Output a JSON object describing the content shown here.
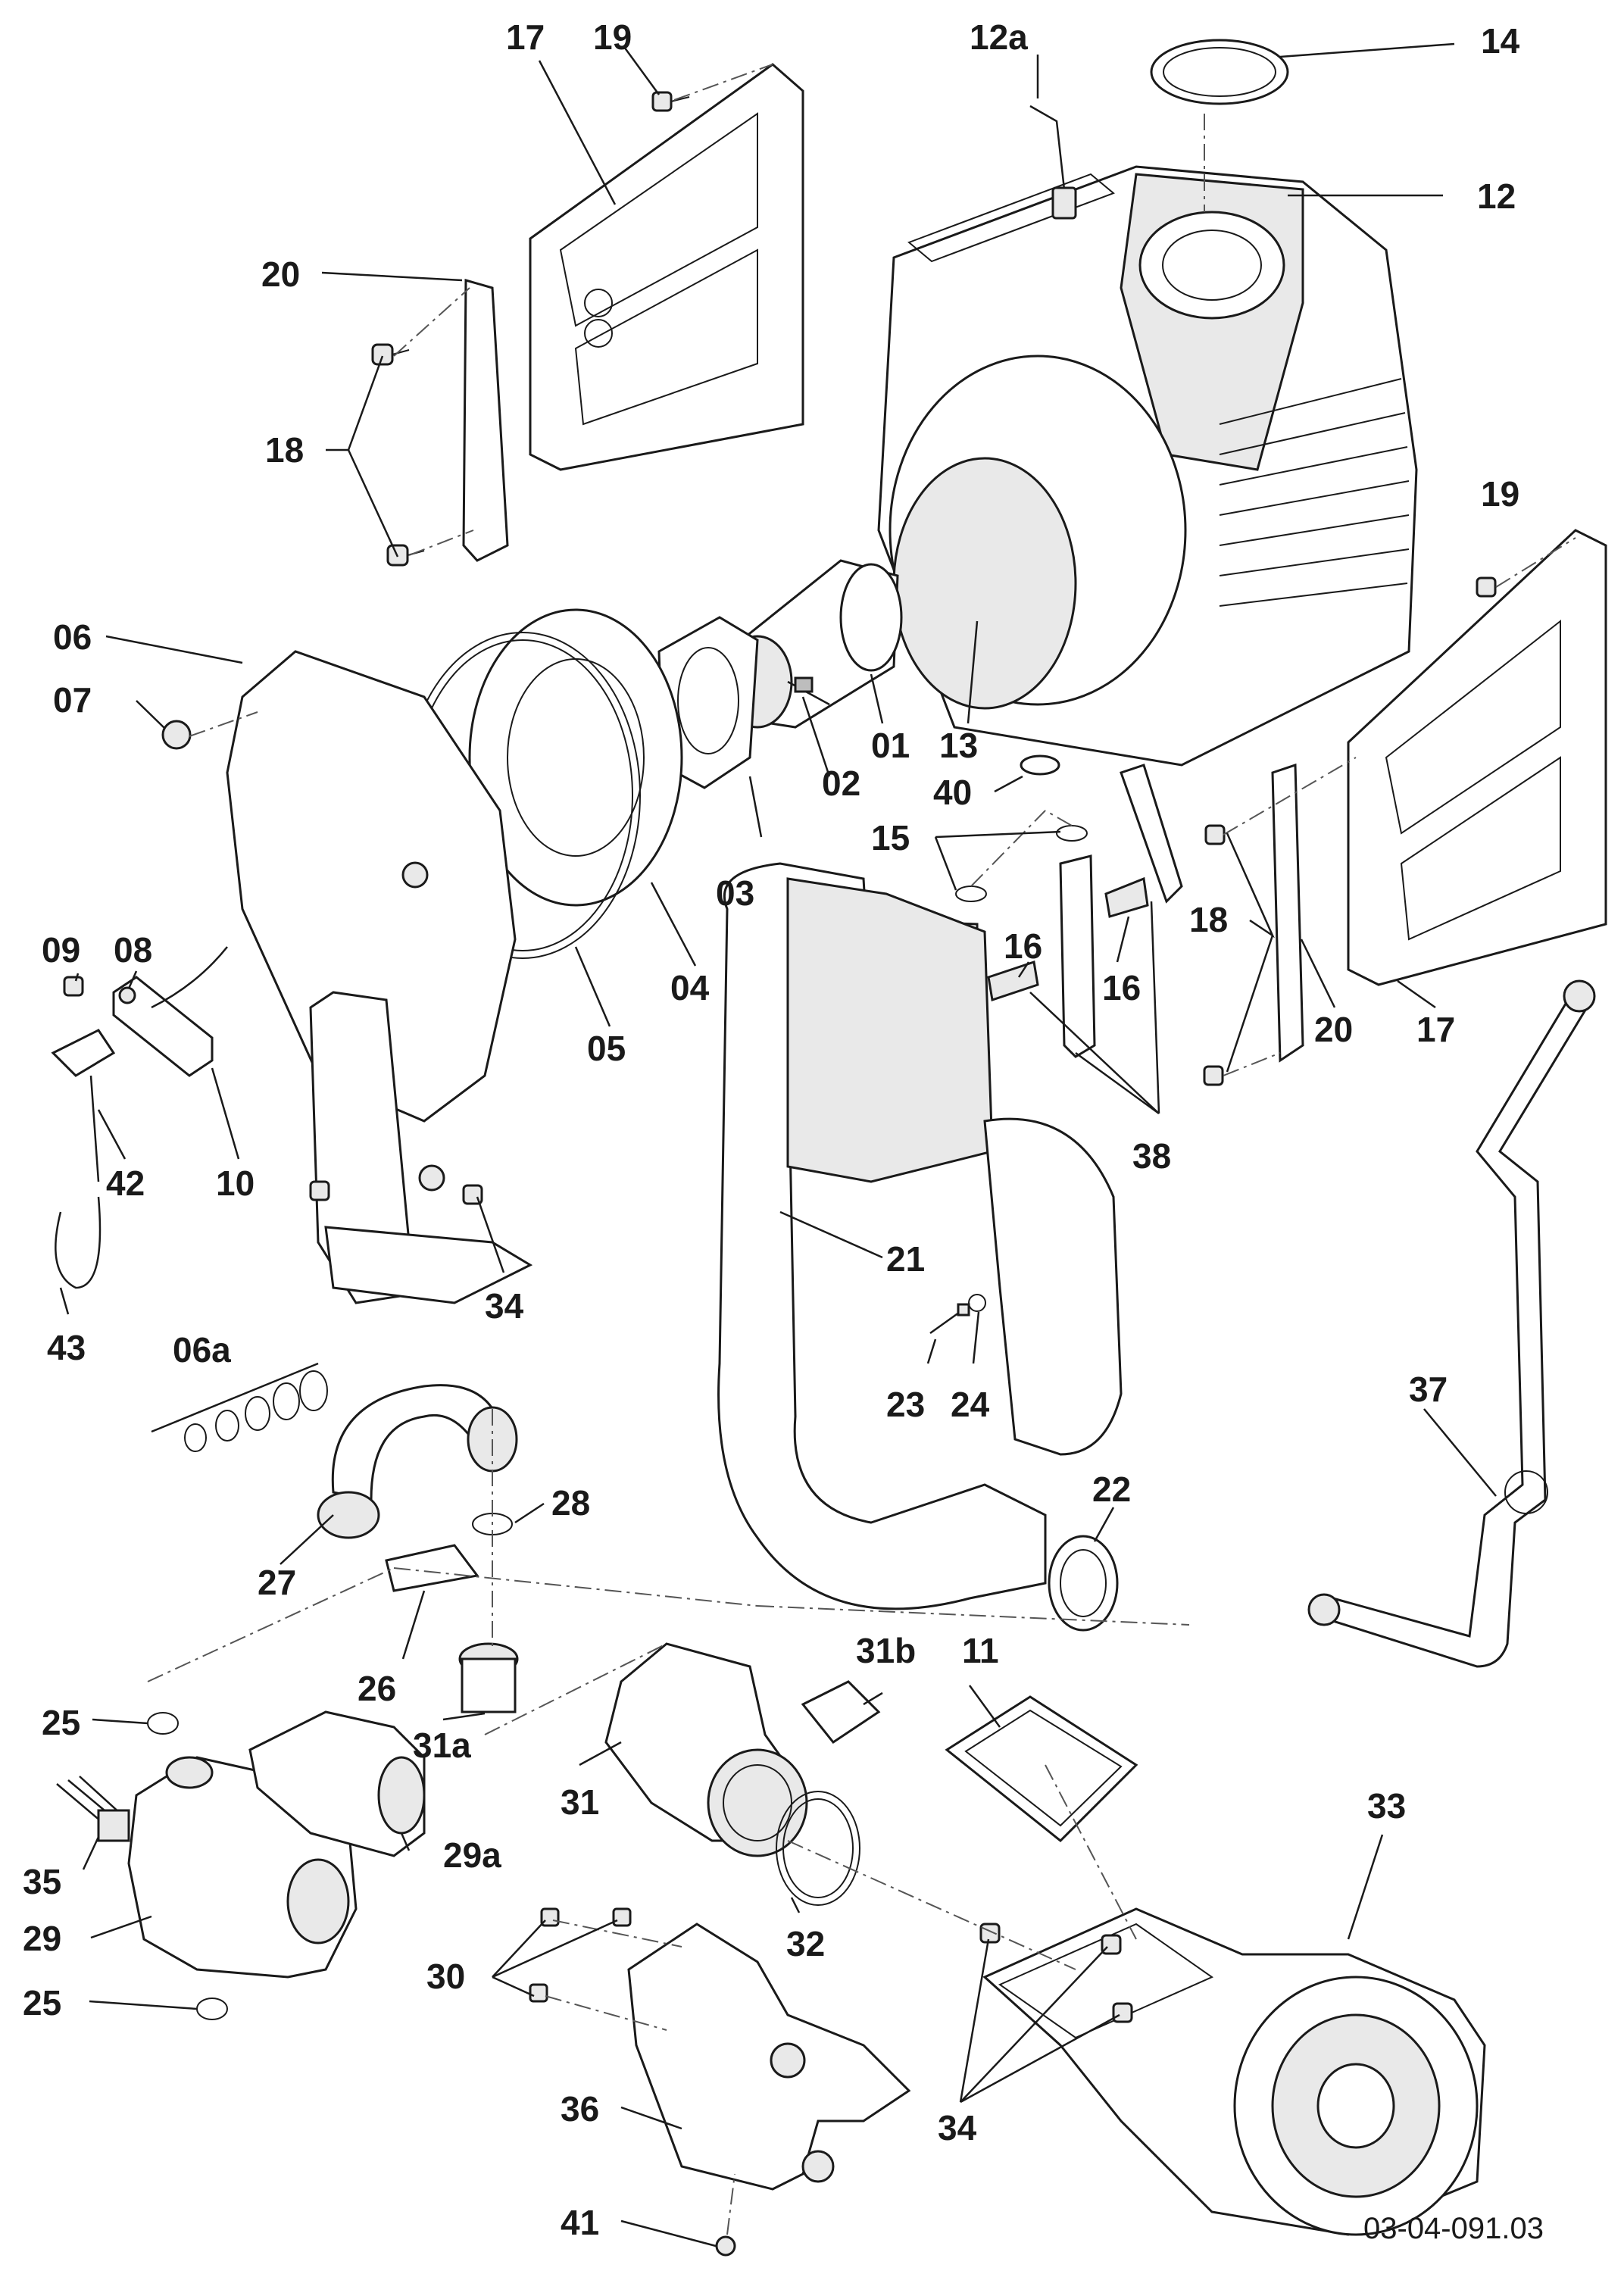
{
  "drawing_reference": "03-04-091.03",
  "labels": [
    "17",
    "19",
    "12a",
    "14",
    "12",
    "20",
    "18",
    "19",
    "06",
    "07",
    "13",
    "01",
    "02",
    "40",
    "15",
    "03",
    "16",
    "16",
    "09",
    "08",
    "04",
    "05",
    "18",
    "20",
    "17",
    "38",
    "42",
    "10",
    "21",
    "43",
    "34",
    "06a",
    "23",
    "24",
    "37",
    "22",
    "28",
    "27",
    "26",
    "31b",
    "11",
    "25",
    "31a",
    "31",
    "29a",
    "33",
    "35",
    "29",
    "32",
    "30",
    "25",
    "34",
    "36",
    "41"
  ]
}
